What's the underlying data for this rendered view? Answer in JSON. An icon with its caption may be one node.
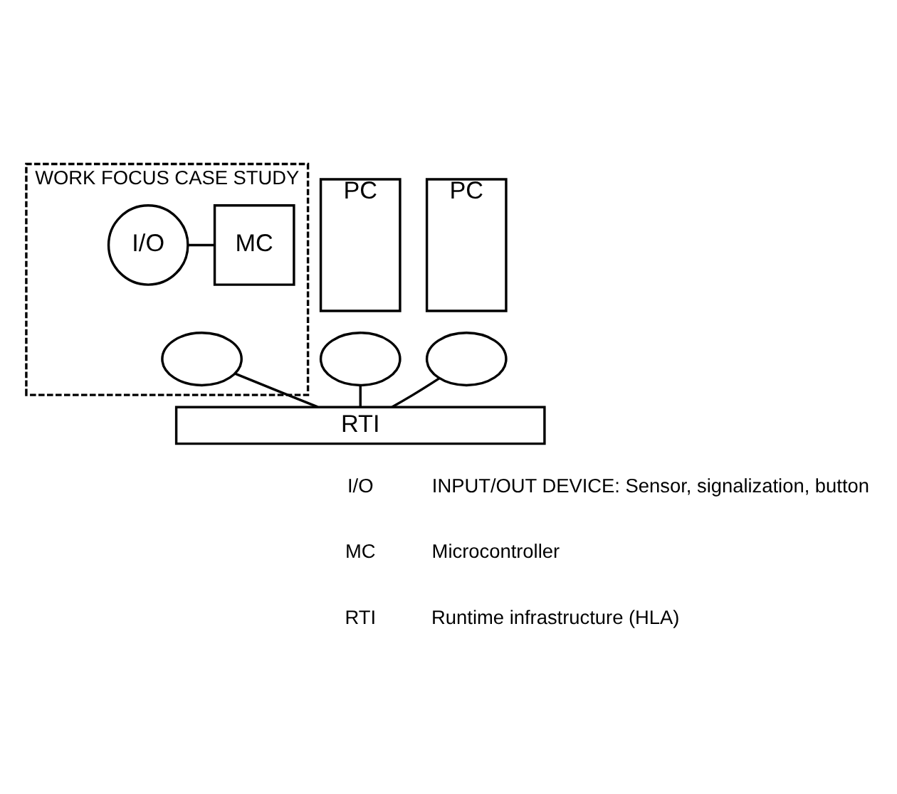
{
  "diagram": {
    "nodes": [
      {
        "text": [
          "WORK FOCUS CASE STUDY"
        ]
      },
      {
        "text": [
          "I/O"
        ],
        "in": 0
      },
      {
        "text": [
          "MC"
        ],
        "in": 0
      },
      {
        "text": [
          "PC"
        ]
      },
      {
        "text": [
          "PC"
        ]
      },
      {
        "text": [],
        "shape": "ellipse",
        "in": 0
      },
      {
        "text": [],
        "shape": "ellipse"
      },
      {
        "text": [],
        "shape": "ellipse"
      },
      {
        "text": [
          "RTI"
        ]
      }
    ],
    "edges": [
      {
        "from": 1,
        "to": 2,
        "arrow": "none"
      },
      {
        "from": 5,
        "to": 8,
        "arrow": "none"
      },
      {
        "from": 6,
        "to": 8,
        "arrow": "none"
      },
      {
        "from": 7,
        "to": 8,
        "arrow": "none"
      }
    ],
    "labels": [
      "I/O",
      "INPUT/OUT DEVICE: Sensor, signalization, button",
      "MC",
      "Microcontroller",
      "RTI",
      "Runtime infrastructure (HLA)"
    ]
  }
}
